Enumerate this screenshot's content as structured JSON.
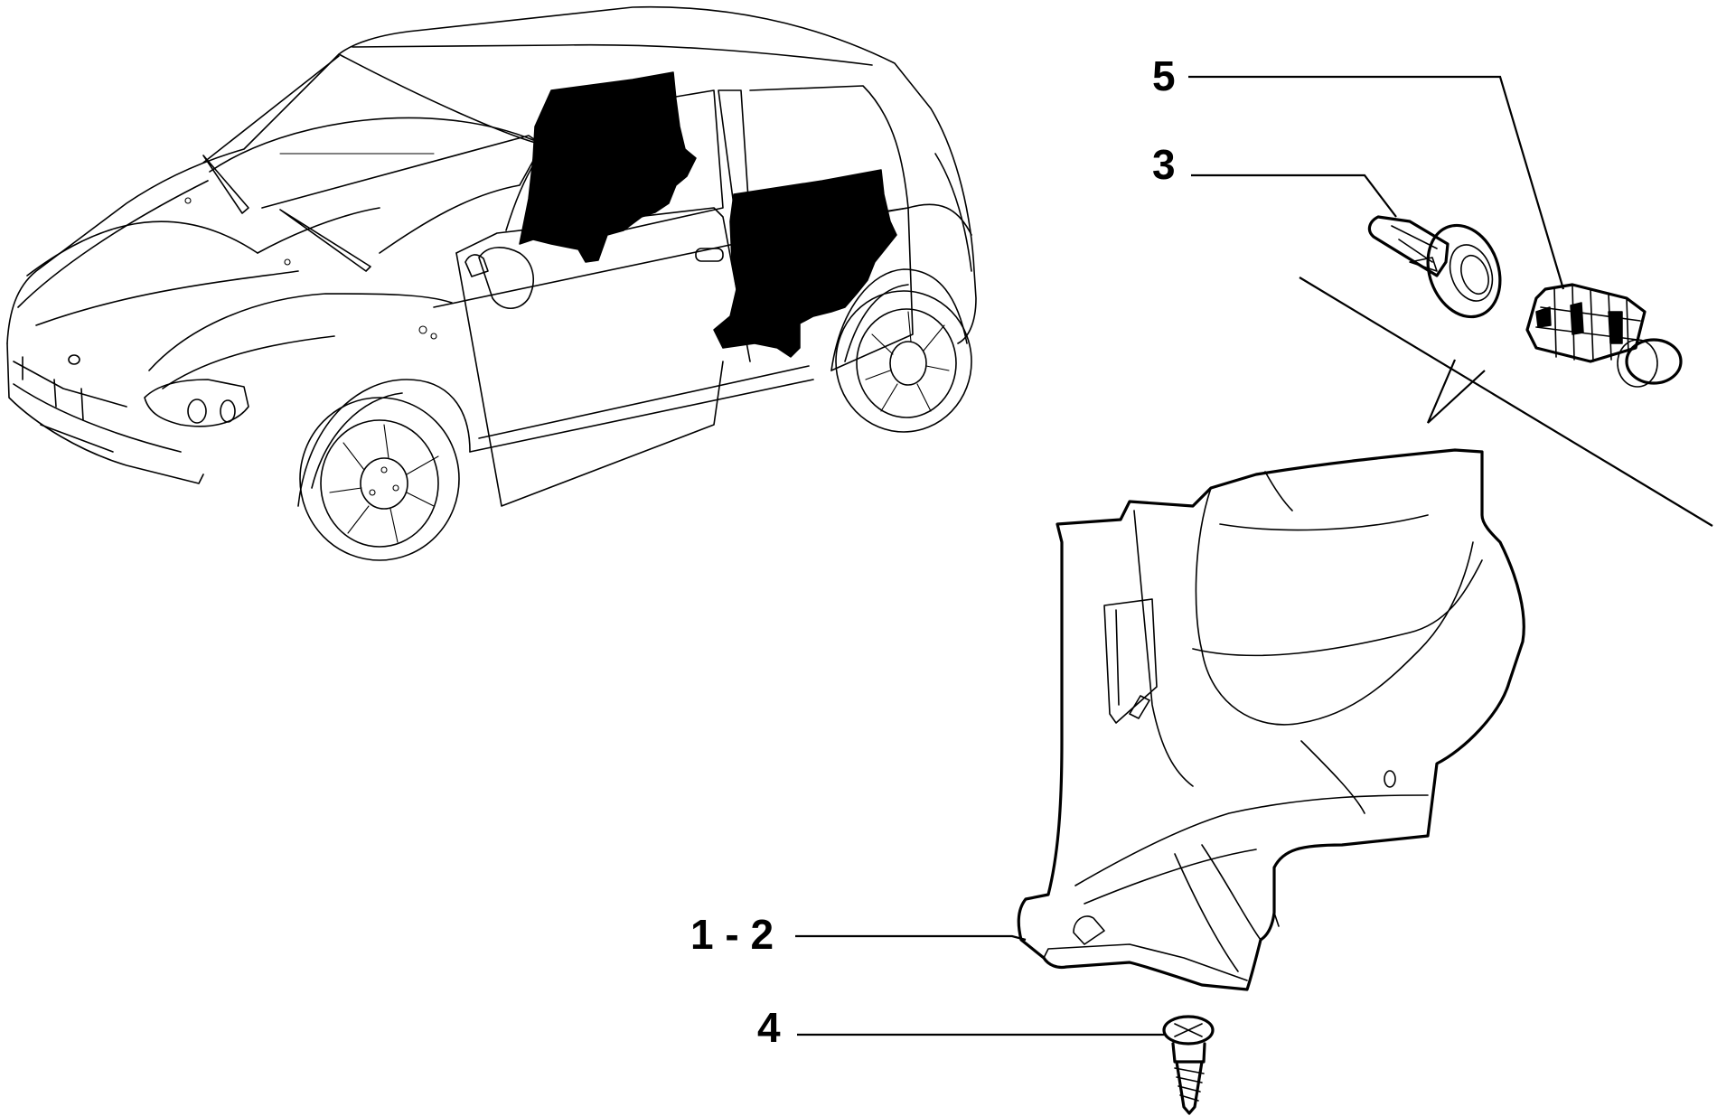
{
  "diagram": {
    "callouts": [
      {
        "id": "5",
        "label": "5"
      },
      {
        "id": "3",
        "label": "3"
      },
      {
        "id": "1-2",
        "label": "1 - 2"
      },
      {
        "id": "4",
        "label": "4"
      }
    ],
    "highlight_color": "#000000",
    "line_color": "#000000",
    "background": "#ffffff"
  }
}
